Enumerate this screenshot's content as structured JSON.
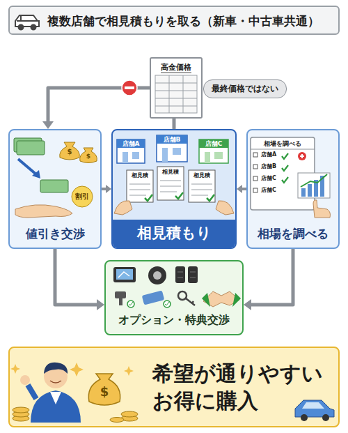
{
  "diagram": {
    "title": "複数店舗で相見積もりを取る（新車・中古車共通）",
    "nodes": [
      {
        "text": [
          "高金価格"
        ]
      },
      {
        "text": [
          "最終価格ではない"
        ]
      },
      {
        "text": [
          "値引き交渉"
        ]
      },
      {
        "text": [
          "相見積もり"
        ]
      },
      {
        "text": [
          "相場を調べる"
        ]
      },
      {
        "text": [
          "オプション・特典交渉"
        ]
      },
      {
        "text": [
          "希望が通りやすい お得に購入"
        ]
      }
    ],
    "edges": [
      {
        "from": 0,
        "to": 2,
        "arrow": "to"
      },
      {
        "from": 3,
        "to": 0,
        "arrow": "none"
      },
      {
        "from": 2,
        "to": 3,
        "arrow": "to"
      },
      {
        "from": 4,
        "to": 3,
        "arrow": "to"
      },
      {
        "from": 2,
        "to": 5,
        "arrow": "to"
      },
      {
        "from": 4,
        "to": 5,
        "arrow": "to"
      }
    ],
    "labels": [
      "$",
      "$",
      "割引",
      "店舗A",
      "店舗B",
      "店舗C",
      "相見積",
      "相見積",
      "相見積",
      "相場を調べる",
      "店舗A",
      "店舗B",
      "店舗C",
      "店舗C",
      "$"
    ]
  }
}
